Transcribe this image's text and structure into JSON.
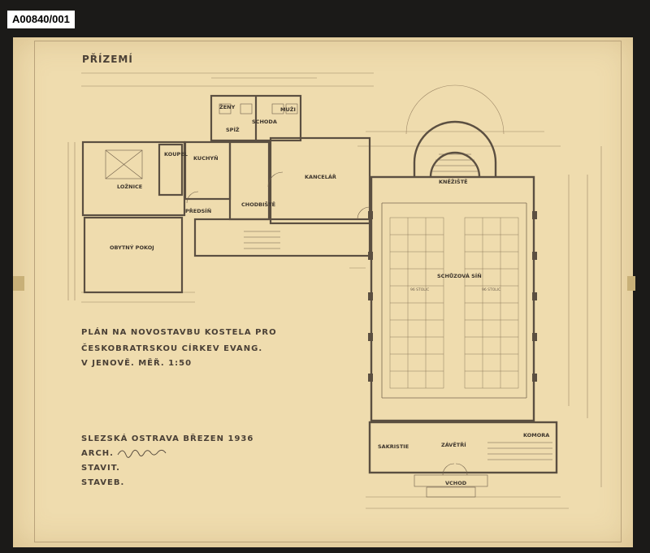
{
  "catalog_number": "A00840/001",
  "drawing": {
    "floor_label": "PŘÍZEMÍ",
    "title_lines": [
      "PLÁN NA NOVOSTAVBU KOSTELA PRO",
      "ČESKOBRATRSKOU CÍRKEV EVANG.",
      "V JENOVĚ. MĚŘ. 1:50"
    ],
    "place_date": "SLEZSKÁ OSTRAVA BŘEZEN 1936",
    "arch_label": "ARCH.",
    "stavitel_label": "STAVIT.",
    "staveb_label": "STAVEB.",
    "rooms": {
      "loznice": "LOŽNICE",
      "koupel": "KOUPEL",
      "kuchyn": "KUCHYŇ",
      "pradelna": "SPÍŽ",
      "predsin": "PŘEDSÍŇ",
      "obytny_pokoj": "OBYTNÝ POKOJ",
      "zeny": "ŽENY",
      "muzi": "MUŽI",
      "schody": "SCHODA",
      "chodba": "CHODBIŠTĚ",
      "kancelar": "KANCELÁŘ",
      "knezste": "KNĚŽIŠTĚ",
      "sal": "SCHŮZOVÁ SÍŇ",
      "sakristie": "SAKRISTIE",
      "zavetri": "ZÁVĚTŘÍ",
      "kombinace": "KOMORA",
      "vchod": "VCHOD"
    },
    "pews_left": "96 STOLIC",
    "pews_right": "96 STOLIC"
  }
}
